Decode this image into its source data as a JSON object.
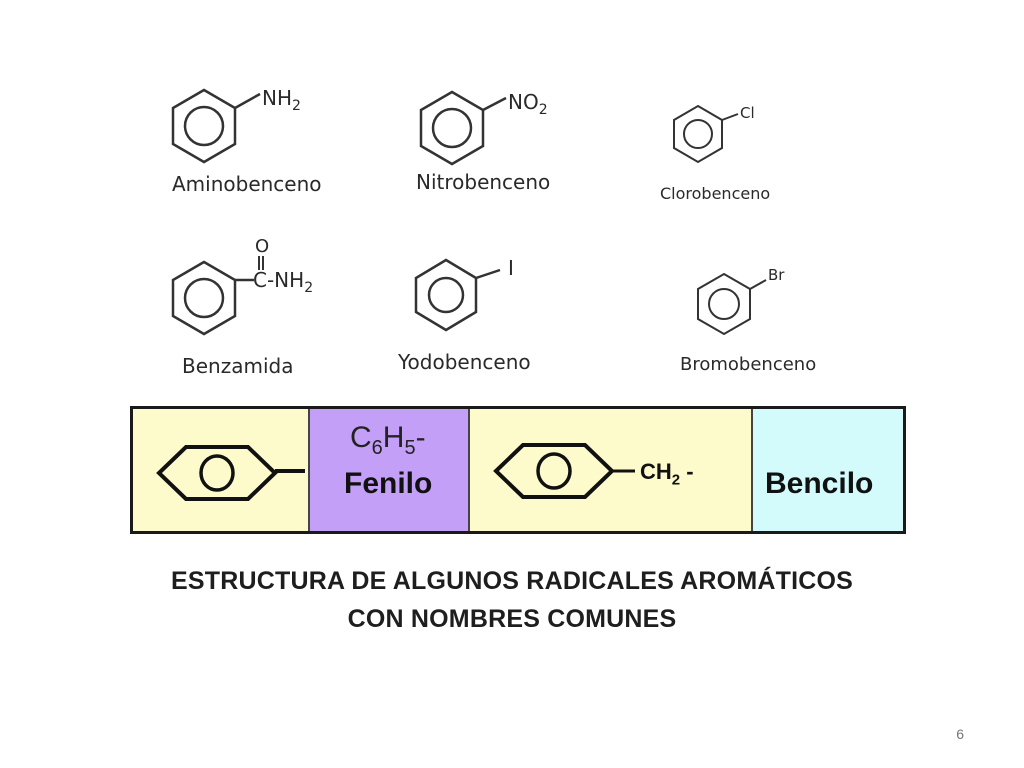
{
  "molecules": [
    {
      "name": "Aminobenceno",
      "substituent": "NH",
      "substituent_sub": "2"
    },
    {
      "name": "Nitrobenceno",
      "substituent": "NO",
      "substituent_sub": "2"
    },
    {
      "name": "Clorobenceno",
      "substituent": "Cl",
      "substituent_sub": ""
    },
    {
      "name": "Benzamida",
      "substituent": "C-NH",
      "substituent_sub": "2",
      "carbonyl_oxygen": "O"
    },
    {
      "name": "Yodobenceno",
      "substituent": "I",
      "substituent_sub": ""
    },
    {
      "name": "Bromobenceno",
      "substituent": "Br",
      "substituent_sub": ""
    }
  ],
  "table": {
    "phenyl_formula": {
      "c": "C",
      "c_sub": "6",
      "h": "H",
      "h_sub": "5",
      "tail": "-"
    },
    "phenyl_name": "Fenilo",
    "benzyl_group": {
      "text": "CH",
      "sub": "2",
      "tail": " -"
    },
    "benzyl_name": "Bencilo",
    "colors": {
      "yellow_cell": "#fdfbcc",
      "purple_cell": "#c39ff7",
      "cyan_cell": "#d4fbfb"
    }
  },
  "caption": {
    "line1": "ESTRUCTURA DE ALGUNOS RADICALES AROMÁTICOS",
    "line2": "CON NOMBRES COMUNES"
  },
  "page_number": "6"
}
